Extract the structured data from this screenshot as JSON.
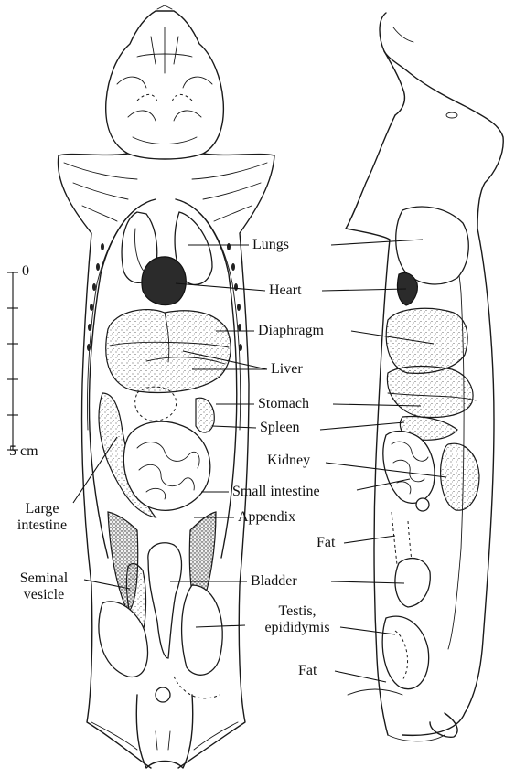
{
  "labels": {
    "lungs": "Lungs",
    "heart": "Heart",
    "diaphragm": "Diaphragm",
    "liver": "Liver",
    "stomach": "Stomach",
    "spleen": "Spleen",
    "kidney": "Kidney",
    "small_intestine": "Small intestine",
    "appendix": "Appendix",
    "large_intestine": "Large intestine",
    "fat_upper": "Fat",
    "seminal_vesicle": "Seminal vesicle",
    "bladder": "Bladder",
    "testis": "Testis, epididymis",
    "fat_lower": "Fat"
  },
  "scale_bar": {
    "top": "0",
    "bottom": "5 cm"
  },
  "colors": {
    "ink": "#1a1a1a",
    "background": "#ffffff"
  }
}
